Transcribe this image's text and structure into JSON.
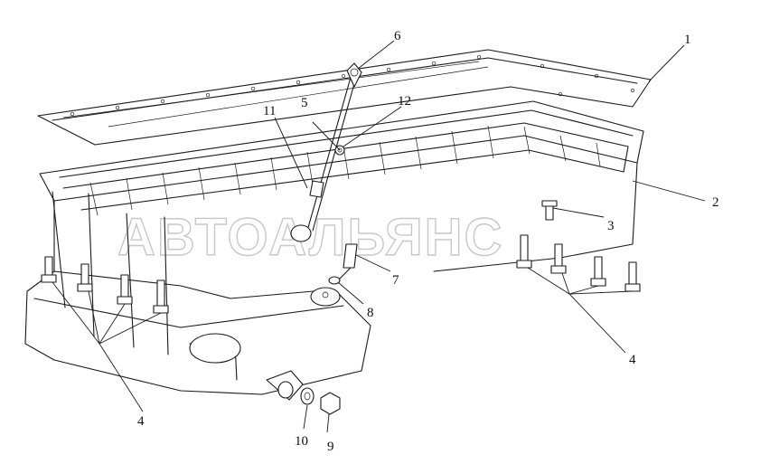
{
  "watermark": "АВТОАЛЬЯНС",
  "callouts": {
    "c1": "1",
    "c2": "2",
    "c3": "3",
    "c4a": "4",
    "c4b": "4",
    "c5": "5",
    "c6": "6",
    "c7": "7",
    "c8": "8",
    "c9": "9",
    "c10": "10",
    "c11": "11",
    "c12": "12"
  }
}
